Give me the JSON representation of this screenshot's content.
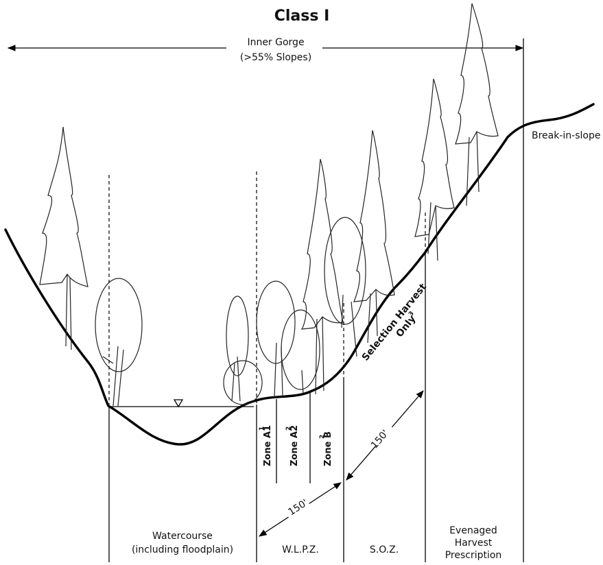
{
  "title": "Class I",
  "inner_gorge": {
    "line1": "Inner Gorge",
    "line2": "(>55% Slopes)"
  },
  "break_in_slope": "Break-in-slope",
  "selection_harvest": {
    "line1": "Selection Harvest",
    "line2": "Only",
    "superscript": "3"
  },
  "zones": [
    {
      "label": "Zone A1",
      "superscript": "1"
    },
    {
      "label": "Zone A2",
      "superscript": "2"
    },
    {
      "label": "Zone B",
      "superscript": "2"
    }
  ],
  "dimensions": {
    "lower": "150'",
    "upper": "150'"
  },
  "bottom_labels": {
    "watercourse": {
      "line1": "Watercourse",
      "line2": "(including floodplain)"
    },
    "wlpz": "W.L.P.Z.",
    "soz": "S.O.Z.",
    "evenaged": {
      "line1": "Evenaged",
      "line2": "Harvest",
      "line3": "Prescription"
    }
  }
}
